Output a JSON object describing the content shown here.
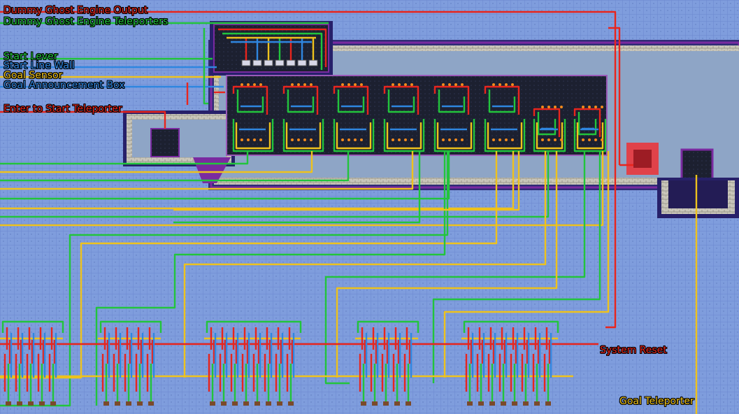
{
  "colors": {
    "background": "#7f9ddd",
    "grid": "#6b88cf",
    "wire_red": "#e8251d",
    "wire_green": "#22c43c",
    "wire_blue": "#2f86e0",
    "wire_yellow": "#eec21d",
    "wall_dark": "#1c2030",
    "brick": "#c9c6ba",
    "purple": "#7a2aa0",
    "pink_box": "#e0424a"
  },
  "labels": {
    "dummy_output": "Dummy Ghost Engine Output",
    "dummy_teleporters": "Dummy Ghost Engine Teleporters",
    "start_lever": "Start Lever",
    "start_line_wall": "Start Line Wall",
    "goal_sensor": "Goal Sensor",
    "goal_announcement": "Goal Announcement Box",
    "enter_teleporter": "Enter to Start Teleporter",
    "system_reset": "System Reset",
    "goal_teleporter": "Goal Teleporter"
  },
  "label_colors": {
    "dummy_output": "#e8251d",
    "dummy_teleporters": "#22c43c",
    "start_lever": "#22c43c",
    "start_line_wall": "#2f86e0",
    "goal_sensor": "#eec21d",
    "goal_announcement": "#2f86e0",
    "enter_teleporter": "#e8251d",
    "system_reset": "#e8251d",
    "goal_teleporter": "#eec21d"
  },
  "ghost_engines": {
    "count": 8
  },
  "reset_clusters": {
    "counts": [
      5,
      5,
      8,
      5,
      8
    ]
  },
  "dummy_teleporter_pads": {
    "count": 7
  }
}
